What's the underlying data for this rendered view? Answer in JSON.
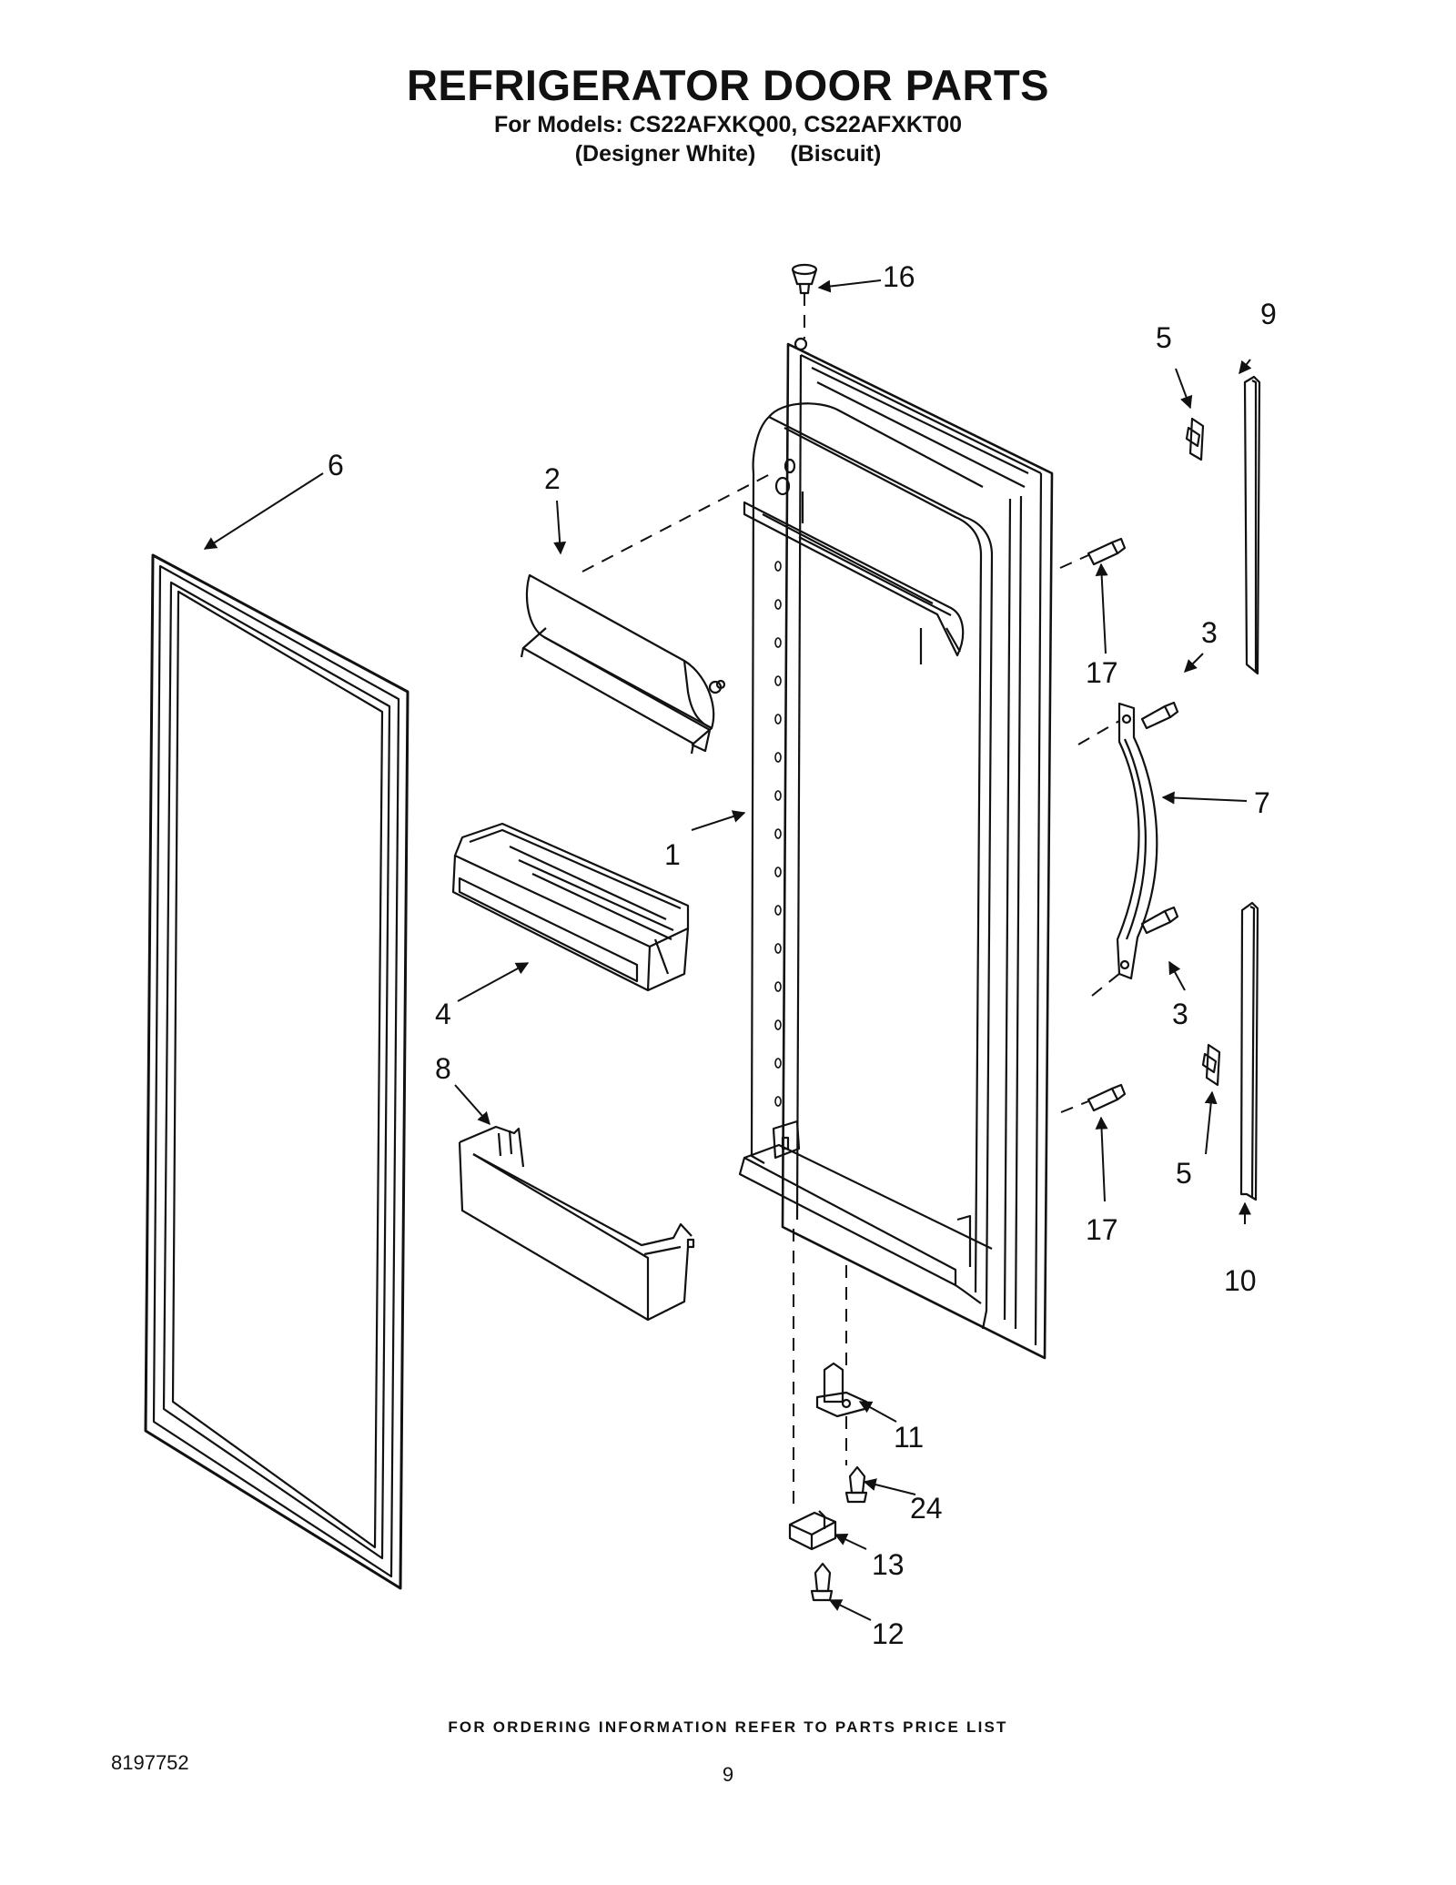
{
  "header": {
    "title": "REFRIGERATOR DOOR PARTS",
    "models": "For Models: CS22AFXKQ00, CS22AFXKT00",
    "variant_1": "(Designer White)",
    "variant_2": "(Biscuit)"
  },
  "callouts": {
    "c1": "1",
    "c2": "2",
    "c3a": "3",
    "c3b": "3",
    "c4": "4",
    "c5a": "5",
    "c5b": "5",
    "c6": "6",
    "c7": "7",
    "c8": "8",
    "c9": "9",
    "c10": "10",
    "c11": "11",
    "c12": "12",
    "c13": "13",
    "c16": "16",
    "c17a": "17",
    "c17b": "17",
    "c24": "24"
  },
  "footer": {
    "ordering_note": "FOR ORDERING INFORMATION REFER TO PARTS PRICE LIST",
    "doc_number": "8197752",
    "page_number": "9"
  }
}
